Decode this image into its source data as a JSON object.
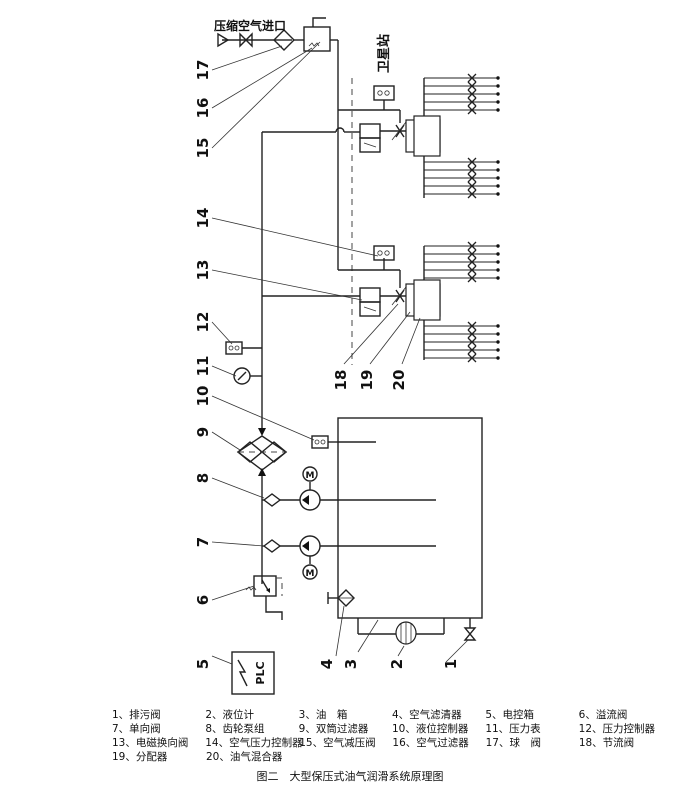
{
  "diagram": {
    "labels": {
      "air_inlet": "压缩空气进口",
      "satellite_station": "卫星站",
      "plc": "PLC"
    },
    "callout_numbers": [
      "1",
      "2",
      "3",
      "4",
      "5",
      "6",
      "7",
      "8",
      "9",
      "10",
      "11",
      "12",
      "13",
      "14",
      "15",
      "16",
      "17",
      "18",
      "19",
      "20"
    ]
  },
  "legend": {
    "rows": [
      [
        "1、排污阀",
        "2、液位计",
        "3、油　箱",
        "4、空气滤清器",
        "5、电控箱",
        "6、溢流阀"
      ],
      [
        "7、单向阀",
        "8、齿轮泵组",
        "9、双筒过滤器",
        "10、液位控制器",
        "11、压力表",
        "12、压力控制器"
      ],
      [
        "13、电磁换向阀",
        "14、空气压力控制器",
        "15、空气减压阀",
        "16、空气过滤器",
        "17、球　阀",
        "18、节流阀"
      ],
      [
        "19、分配器",
        "20、油气混合器"
      ]
    ]
  },
  "caption": "图二　大型保压式油气润滑系统原理图"
}
